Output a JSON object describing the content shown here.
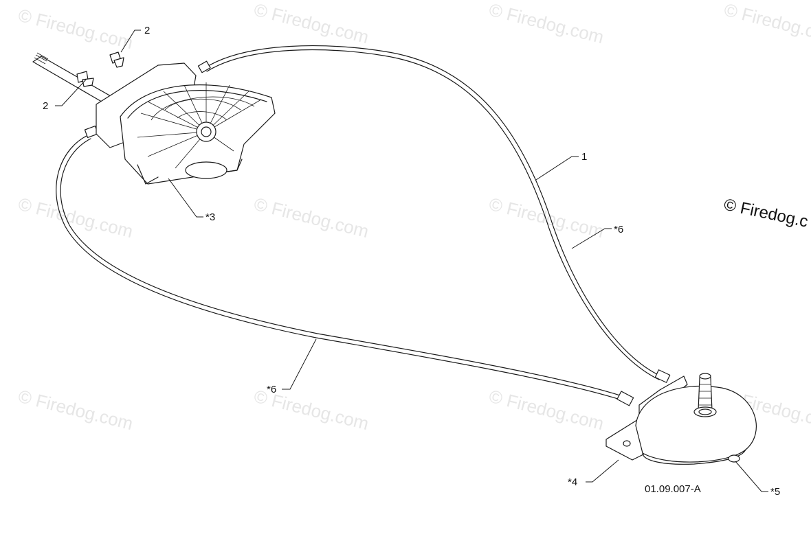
{
  "watermark": "© Firedog.com",
  "copyright": "© Firedog.c",
  "drawing_code": "01.09.007-A",
  "callouts": [
    "2",
    "2",
    "*3",
    "1",
    "*6",
    "*6",
    "*4",
    "*5"
  ]
}
